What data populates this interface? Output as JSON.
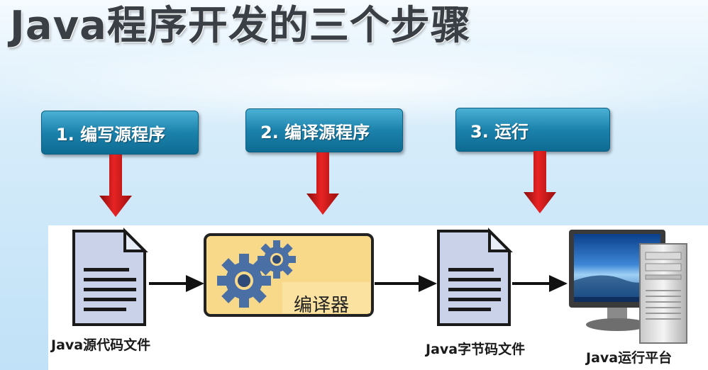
{
  "title": "Java程序开发的三个步骤",
  "steps": [
    {
      "label": "1. 编写源程序"
    },
    {
      "label": "2. 编译源程序"
    },
    {
      "label": "3. 运行"
    }
  ],
  "diagram": {
    "source_file_label": "Java源代码文件",
    "compiler_label": "编译器",
    "bytecode_file_label": "Java字节码文件",
    "platform_label": "Java运行平台"
  },
  "colors": {
    "step_box": "#1b82ac",
    "arrow_red": "#d41a1a",
    "compiler_fill": "#f8d98a",
    "compiler_border": "#222222",
    "gear": "#4a6fa5",
    "file_fill": "#c9d2e8"
  }
}
